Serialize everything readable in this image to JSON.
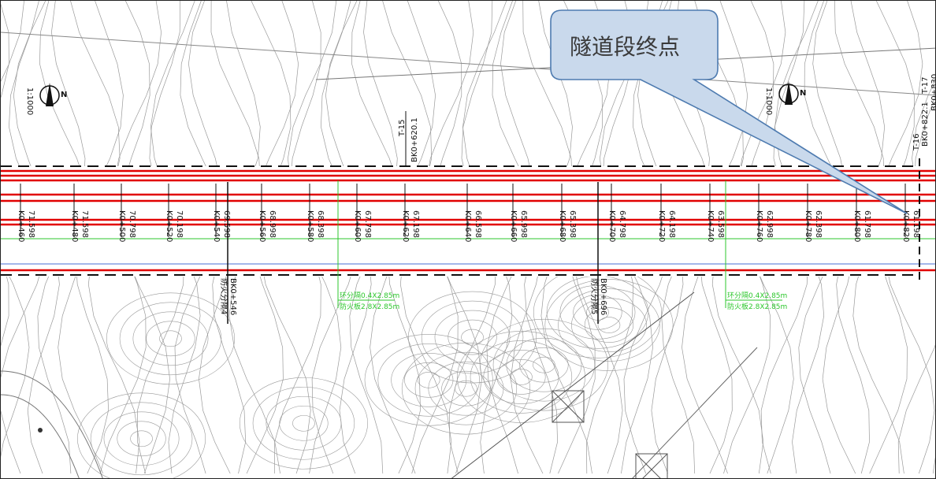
{
  "callout": {
    "label": "隧道段终点"
  },
  "scale_labels": [
    "1:1000",
    "1:1000"
  ],
  "station_labels": [
    {
      "chainage": "K0+460",
      "elev": "71.598"
    },
    {
      "chainage": "K0+480",
      "elev": "71.598"
    },
    {
      "chainage": "K0+500",
      "elev": "70.798"
    },
    {
      "chainage": "K0+520",
      "elev": "70.198"
    },
    {
      "chainage": "K0+540",
      "elev": "69.598"
    },
    {
      "chainage": "K0+560",
      "elev": "68.998"
    },
    {
      "chainage": "K0+580",
      "elev": "68.398"
    },
    {
      "chainage": "K0+600",
      "elev": "67.798"
    },
    {
      "chainage": "K0+620",
      "elev": "67.198"
    },
    {
      "chainage": "K0+640",
      "elev": "66.598"
    },
    {
      "chainage": "K0+660",
      "elev": "65.998"
    },
    {
      "chainage": "K0+680",
      "elev": "65.398"
    },
    {
      "chainage": "K0+700",
      "elev": "64.798"
    },
    {
      "chainage": "K0+720",
      "elev": "64.198"
    },
    {
      "chainage": "K0+740",
      "elev": "63.598"
    },
    {
      "chainage": "K0+760",
      "elev": "62.998"
    },
    {
      "chainage": "K0+780",
      "elev": "62.398"
    },
    {
      "chainage": "K0+800",
      "elev": "61.798"
    },
    {
      "chainage": "K0+820",
      "elev": "61.198"
    }
  ],
  "partitions": [
    {
      "name": "防火分隔4",
      "chainage": "BK0+546"
    },
    {
      "name": "防火分隔5",
      "chainage": "BK0+696"
    }
  ],
  "specs": [
    {
      "line1": "环分隔0.4X2.85m",
      "line2": "防火板2.8X2.85m"
    },
    {
      "line1": "环分隔0.4X2.85m",
      "line2": "防火板2.8X2.85m"
    }
  ],
  "markers": [
    {
      "code": "T-15",
      "chainage": "BK0+620.1"
    },
    {
      "code": "T-16",
      "chainage": "BK0+822.1"
    },
    {
      "code": "T-17",
      "chainage": "BK0+830"
    }
  ],
  "colors": {
    "tunnel_line": "#e10000",
    "contour": "#9a9a9a",
    "green_line": "#2cc72c",
    "callout_fill": "#c9d9ec",
    "callout_stroke": "#4e7bb0",
    "text": "#111111"
  }
}
